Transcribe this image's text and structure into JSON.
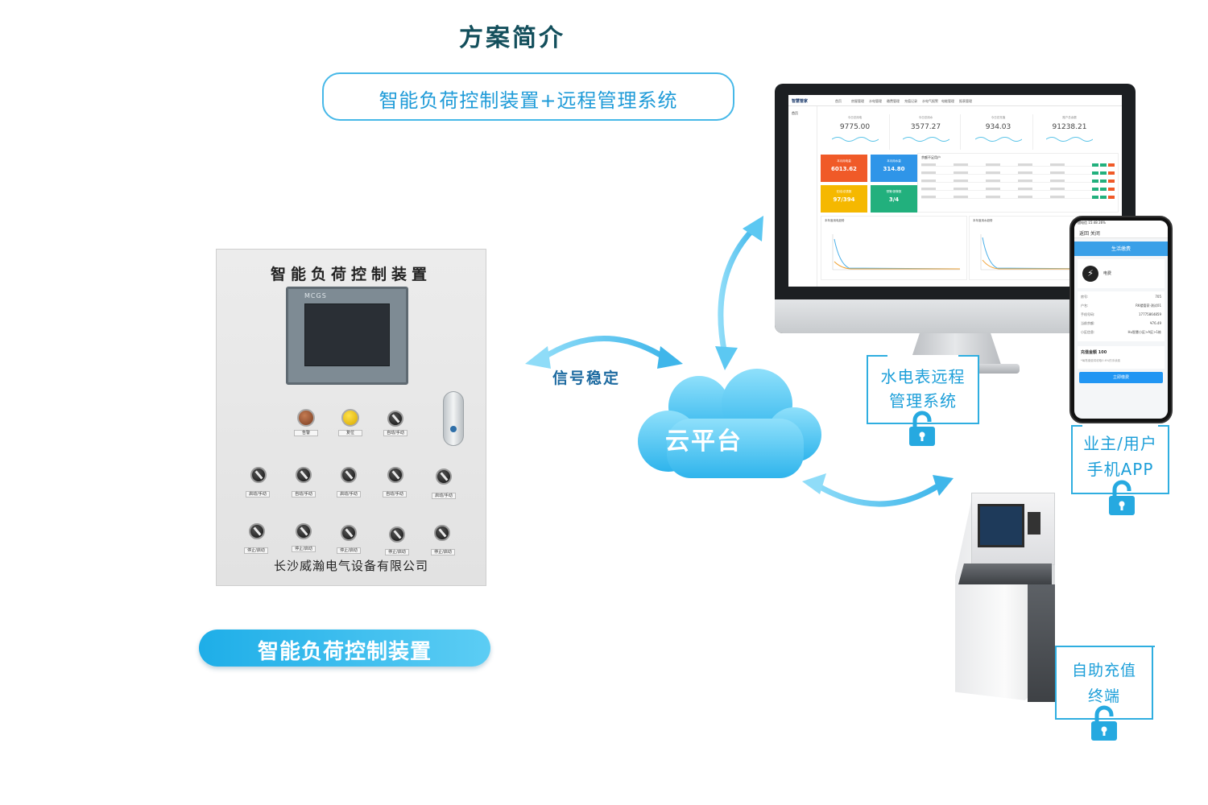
{
  "header": {
    "title": "方案简介",
    "subtitle": "智能负荷控制装置+远程管理系统"
  },
  "cabinet": {
    "title": "智能负荷控制装置",
    "hmi_brand": "MCGS",
    "company": "长沙威瀚电气设备有限公司",
    "row1_labels": [
      "告警",
      "复位",
      "自动/手动"
    ],
    "row2_labels": [
      "启动/手动",
      "自动/手动",
      "启动/手动",
      "自动/手动",
      "启动/手动"
    ],
    "row3_labels": [
      "停止/启动",
      "停止/启动",
      "停止/启动",
      "停止/启动",
      "停止/启动"
    ]
  },
  "device_label": "智能负荷控制装置",
  "signal_label": "信号稳定",
  "cloud_label": "云平台",
  "dashboard": {
    "logo": "智慧管家",
    "nav": [
      "首页",
      "房屋管理",
      "水电管理",
      "缴费管理",
      "充值记录",
      "水电气报警",
      "电能管理",
      "报表管理"
    ],
    "sidebar": "首页",
    "stats": [
      {
        "label": "今日总用电",
        "value": "9775.00"
      },
      {
        "label": "今日总用水",
        "value": "3577.27"
      },
      {
        "label": "今日总充值",
        "value": "934.03"
      },
      {
        "label": "账户总余额",
        "value": "91238.21"
      }
    ],
    "tiles": [
      {
        "label": "本月用电量",
        "value": "6013.62",
        "color": "#f05a28"
      },
      {
        "label": "本月用水量",
        "value": "314.80",
        "color": "#2f95e8"
      },
      {
        "label": "在线/总表数",
        "value": "97/394",
        "color": "#f5b800"
      },
      {
        "label": "预警/报警数",
        "value": "3/4",
        "color": "#22b07d"
      }
    ],
    "table_title": "余额不足用户",
    "chart_titles": [
      "本年度用电趋势",
      "本年度用水趋势"
    ]
  },
  "phone": {
    "status": "中国电信  15:48  26%",
    "header": "返回  关闭",
    "banner": "生活缴费",
    "card": "电费",
    "rows": [
      {
        "label": "房号:",
        "value": "705"
      },
      {
        "label": "户名:",
        "value": "RK楼管家-测试01"
      },
      {
        "label": "手机号码:",
        "value": "17775864859"
      },
      {
        "label": "当前余额:",
        "value": "¥76.49"
      },
      {
        "label": "小区信息:",
        "value": "Hu智慧小区>A区>1栋"
      }
    ],
    "amount_label": "充值金额  100",
    "note": "*每笔缴费将收取0.6%的手续费",
    "button": "立即缴费"
  },
  "boxes": {
    "water_electric": [
      "水电表远程",
      "管理系统"
    ],
    "owner_app": [
      "业主/用户",
      "手机APP"
    ],
    "kiosk": [
      "自助充值",
      "终端"
    ]
  },
  "colors": {
    "accent": "#29aee6",
    "title": "#134f5c",
    "arrow": "#5cc8f2"
  },
  "icons": [
    "lock-icon",
    "cloud-icon",
    "bolt-icon",
    "double-arrow-icon"
  ]
}
